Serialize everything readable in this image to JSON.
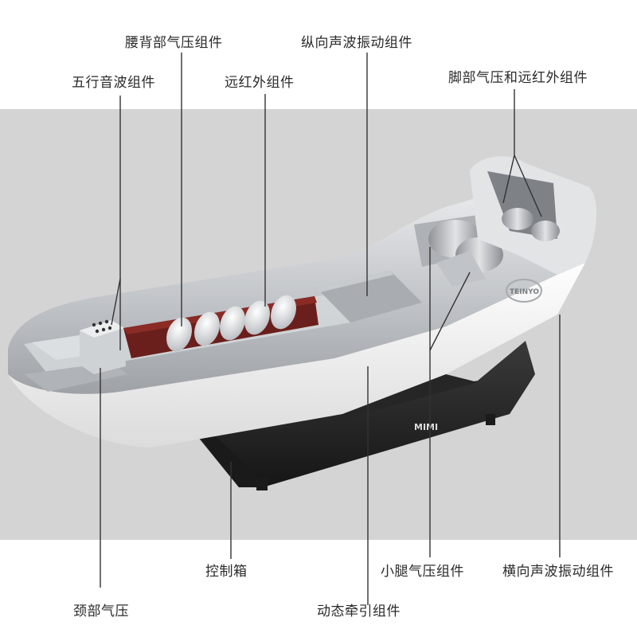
{
  "labels": {
    "lumbar_back_air": "腰背部气压组件",
    "five_element_sonic": "五行音波组件",
    "far_infrared": "远红外组件",
    "longitudinal_vibration": "纵向声波振动组件",
    "foot_air_infrared": "脚部气压和远红外组件",
    "control_box": "控制箱",
    "neck_air": "颈部气压",
    "dynamic_traction": "动态牵引组件",
    "calf_air": "小腿气压组件",
    "transverse_vibration": "横向声波振动组件"
  },
  "brand": {
    "side_logo": "TEINYO",
    "base_logo": "MIMI"
  },
  "colors": {
    "background": "#ffffff",
    "panel": "#d4d4d4",
    "bed_silver": "#c9ccd0",
    "bed_white": "#f2f2f2",
    "infrared_tray": "#6a1f1c",
    "base_black": "#2b2b2b",
    "leader_line": "#333333"
  }
}
